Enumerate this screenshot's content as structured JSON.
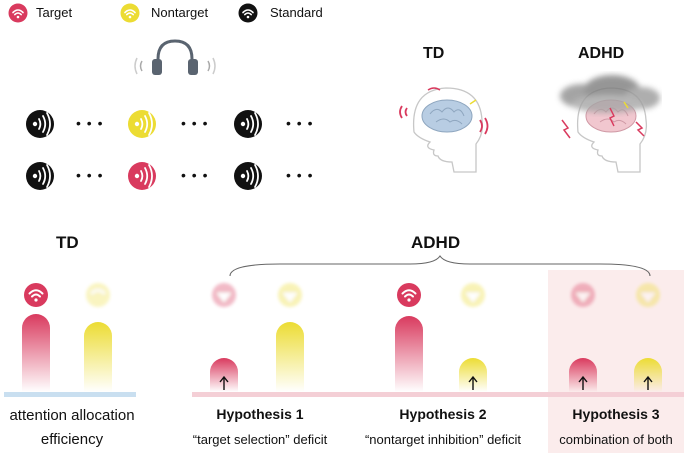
{
  "legend": {
    "target": "Target",
    "nontarget": "Nontarget",
    "standard": "Standard"
  },
  "top": {
    "td_label": "TD",
    "adhd_label": "ADHD",
    "row1": [
      "standard",
      "nontarget",
      "standard"
    ],
    "row2": [
      "standard",
      "target",
      "standard"
    ],
    "ellipsis": "• • •"
  },
  "bottom": {
    "td_label": "TD",
    "adhd_label": "ADHD",
    "td_caption_line1": "attention allocation",
    "td_caption_line2": "efficiency",
    "hypotheses": [
      {
        "title": "Hypothesis 1",
        "desc": "“target selection” deficit"
      },
      {
        "title": "Hypothesis 2",
        "desc": "“nontarget inhibition” deficit"
      },
      {
        "title": "Hypothesis 3",
        "desc": "combination of both"
      }
    ]
  },
  "colors": {
    "target": "#d93a5e",
    "nontarget": "#ecdc33",
    "standard": "#111111",
    "td_baseline": "#c9dff0",
    "adhd_baseline": "#f4cfd6",
    "h3_panel": "#fbecec"
  },
  "icons": {
    "headphones": "headphones-icon",
    "sound": "sound-wave-icon",
    "head_brain": "brain-head-icon",
    "cloud": "storm-cloud-icon"
  }
}
